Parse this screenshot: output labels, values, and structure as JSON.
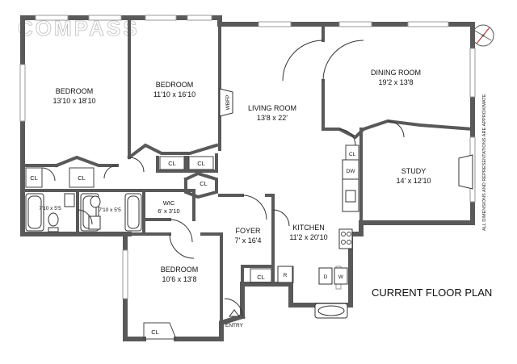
{
  "brand": {
    "logo": "COMPASS"
  },
  "plan_title": "CURRENT FLOOR PLAN",
  "disclaimer": "ALL DIMENSIONS AND REPRESENTATIONS ARE APPROXIMATE",
  "rooms": {
    "bedroom_1": {
      "name": "BEDROOM",
      "dims": "13'10 x 18'10"
    },
    "bedroom_2": {
      "name": "BEDROOM",
      "dims": "11'10 x 16'10"
    },
    "living_room": {
      "name": "LIVING ROOM",
      "dims": "13'8 x 22'"
    },
    "dining_room": {
      "name": "DINING ROOM",
      "dims": "19'2 x 13'8"
    },
    "study": {
      "name": "STUDY",
      "dims": "14' x 12'10"
    },
    "wic": {
      "name": "WIC",
      "dims": "6' x 3'10"
    },
    "foyer": {
      "name": "FOYER",
      "dims": "7' x 16'4"
    },
    "kitchen": {
      "name": "KITCHEN",
      "dims": "11'2 x 20'10"
    },
    "bedroom_3": {
      "name": "BEDROOM",
      "dims": "10'6 x 13'8"
    },
    "bath_1": {
      "dims": "7'10 x 5'5"
    },
    "bath_2": {
      "dims": "7'10 x 5'5"
    }
  },
  "fixture_labels": {
    "closet": "CL",
    "wbfp": "WBFP",
    "dishwasher": "DW",
    "refrigerator": "R",
    "dryer": "D",
    "washer": "W",
    "entry": "ENTRY"
  }
}
